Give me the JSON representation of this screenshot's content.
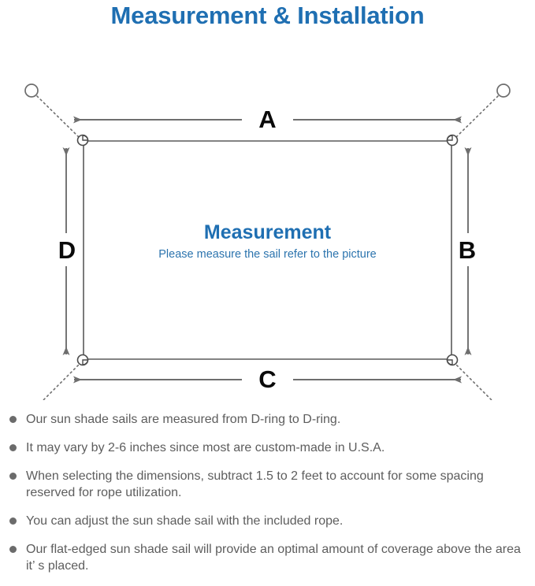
{
  "page": {
    "title": "Measurement & Installation",
    "title_color": "#1F6FB2"
  },
  "diagram": {
    "center_title": "Measurement",
    "center_subtitle": "Please measure the sail refer to the picture",
    "dimension_labels": {
      "top": "A",
      "right": "B",
      "bottom": "C",
      "left": "D"
    },
    "line_color": "#6e6e6e",
    "sail_outline_color": "#5a5a5a",
    "anchor_count": 4,
    "d_ring_count": 4
  },
  "notes": [
    "Our sun shade sails are measured from D-ring to D-ring.",
    "It may vary by 2-6 inches since most are custom-made in U.S.A.",
    "When selecting the dimensions, subtract 1.5 to 2 feet to account for some spacing reserved for rope utilization.",
    "You can adjust the sun shade sail with the included rope.",
    "Our flat-edged sun shade sail will provide an optimal amount of coverage above the area it’ s placed."
  ]
}
